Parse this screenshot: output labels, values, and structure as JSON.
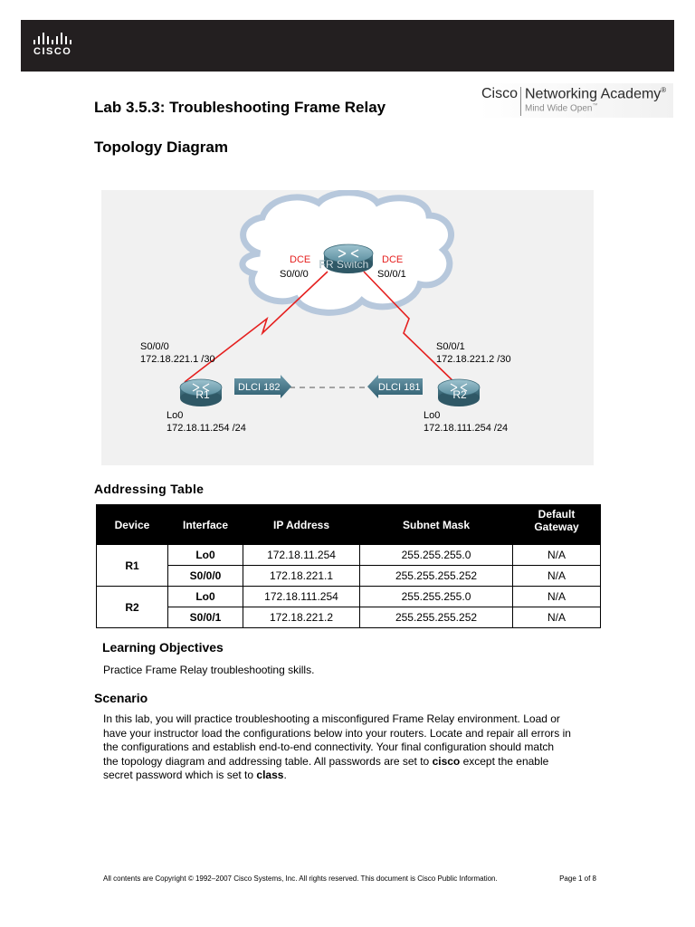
{
  "header": {
    "brand": "CISCO"
  },
  "lab_title": "Lab 3.5.3: Troubleshooting Frame Relay",
  "topology_title": "Topology Diagram",
  "academy": {
    "cisco": "Cisco",
    "networking_academy": "Networking Academy",
    "registered": "®",
    "tagline": "Mind Wide Open",
    "trademark": "™"
  },
  "diagram": {
    "switch_label": "FR Switch",
    "dce_left": "DCE",
    "dce_right": "DCE",
    "sw_port_left": "S0/0/0",
    "sw_port_right": "S0/0/1",
    "r1": {
      "name": "R1",
      "serial": "S0/0/0",
      "serial_ip": "172.18.221.1 /30",
      "lo": "Lo0",
      "lo_ip": "172.18.11.254 /24",
      "dlci": "DLCI 182"
    },
    "r2": {
      "name": "R2",
      "serial": "S0/0/1",
      "serial_ip": "172.18.221.2 /30",
      "lo": "Lo0",
      "lo_ip": "172.18.111.254 /24",
      "dlci": "DLCI 181"
    },
    "colors": {
      "cloud": "#b7c8dc",
      "link": "#e5201f",
      "router": "#5c8fa0",
      "dlci_arrow": "#3f7184"
    }
  },
  "addressing": {
    "title": "Addressing Table",
    "headers": [
      "Device",
      "Interface",
      "IP Address",
      "Subnet Mask",
      "Default Gateway"
    ],
    "rows": [
      {
        "device": "R1",
        "interface": "Lo0",
        "ip": "172.18.11.254",
        "mask": "255.255.255.0",
        "gateway": "N/A"
      },
      {
        "device": "",
        "interface": "S0/0/0",
        "ip": "172.18.221.1",
        "mask": "255.255.255.252",
        "gateway": "N/A"
      },
      {
        "device": "R2",
        "interface": "Lo0",
        "ip": "172.18.111.254",
        "mask": "255.255.255.0",
        "gateway": "N/A"
      },
      {
        "device": "",
        "interface": "S0/0/1",
        "ip": "172.18.221.2",
        "mask": "255.255.255.252",
        "gateway": "N/A"
      }
    ]
  },
  "objectives": {
    "title": "Learning Objectives",
    "text": "Practice Frame Relay troubleshooting skills."
  },
  "scenario": {
    "title": "Scenario",
    "line1": "In this lab, you will practice troubleshooting a misconfigured Frame Relay environment. Load or",
    "line2": "have your instructor load the configurations below into your routers. Locate and repair all errors in",
    "line3": "the configurations and establish end-to-end connectivity. Your final configuration should match",
    "line4_a": "the topology diagram and addressing table. All passwords are set to ",
    "line4_b": "cisco",
    "line4_c": " except the enable",
    "line5_a": "secret password which is set to ",
    "line5_b": "class",
    "line5_c": "."
  },
  "footer": {
    "copyright": "All contents are Copyright © 1992–2007 Cisco Systems, Inc. All rights reserved. This document is Cisco Public Information.",
    "page": "Page 1 of 8"
  }
}
